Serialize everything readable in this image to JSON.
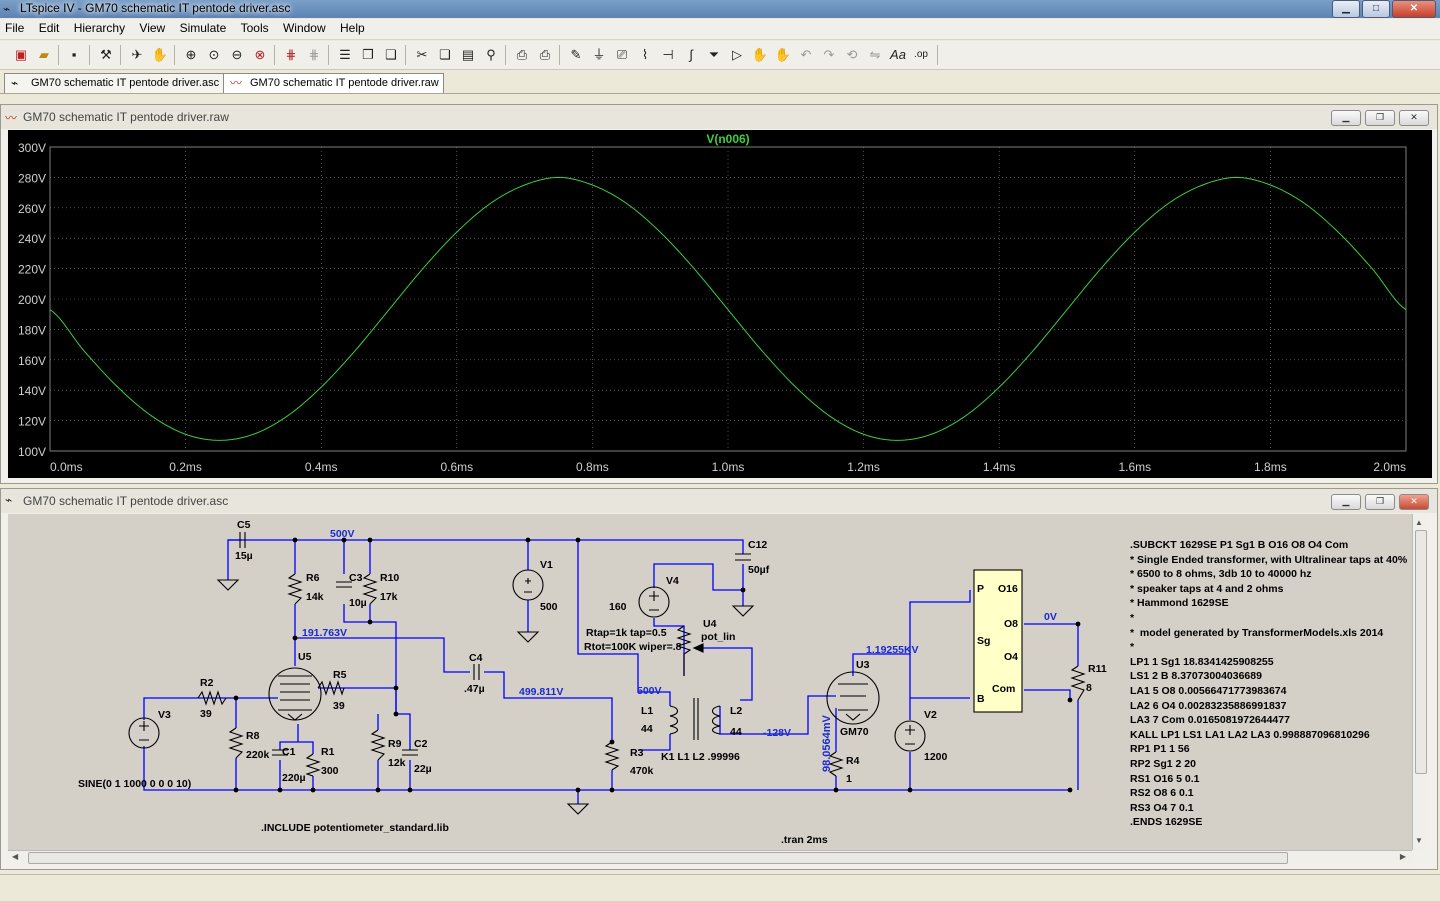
{
  "window": {
    "title": "LTspice IV - GM70 schematic IT pentode driver.asc",
    "min": "▁",
    "max": "□",
    "close": "✕"
  },
  "menu": [
    "File",
    "Edit",
    "Hierarchy",
    "View",
    "Simulate",
    "Tools",
    "Window",
    "Help"
  ],
  "tabs": [
    {
      "label": "GM70 schematic IT pentode driver.asc",
      "icon": "schematic-icon"
    },
    {
      "label": "GM70 schematic IT pentode driver.raw",
      "icon": "waveform-icon"
    }
  ],
  "waveform_window": {
    "title": "GM70 schematic IT pentode driver.raw"
  },
  "schematic_window": {
    "title": "GM70 schematic IT pentode driver.asc"
  },
  "chart_data": {
    "type": "line",
    "title": "V(n006)",
    "x_ticks": [
      "0.0ms",
      "0.2ms",
      "0.4ms",
      "0.6ms",
      "0.8ms",
      "1.0ms",
      "1.2ms",
      "1.4ms",
      "1.6ms",
      "1.8ms",
      "2.0ms"
    ],
    "y_ticks": [
      "300V",
      "280V",
      "260V",
      "240V",
      "220V",
      "200V",
      "180V",
      "160V",
      "140V",
      "120V",
      "100V"
    ],
    "xlim": [
      0,
      2.0
    ],
    "ylim": [
      100,
      300
    ],
    "x_unit": "ms",
    "y_unit": "V",
    "series": [
      {
        "name": "V(n006)",
        "color": "#3ccf3c",
        "x": [
          0,
          0.05,
          0.1,
          0.15,
          0.2,
          0.25,
          0.3,
          0.35,
          0.4,
          0.45,
          0.5,
          0.55,
          0.6,
          0.65,
          0.7,
          0.75,
          0.8,
          0.85,
          0.9,
          0.95,
          1.0,
          1.05,
          1.1,
          1.15,
          1.2,
          1.25,
          1.3,
          1.35,
          1.4,
          1.45,
          1.5,
          1.55,
          1.6,
          1.65,
          1.7,
          1.75,
          1.8,
          1.85,
          1.9,
          1.95,
          2.0
        ],
        "y": [
          193,
          166,
          142,
          123,
          111,
          107,
          111,
          123,
          142,
          166,
          193,
          220,
          244,
          263,
          275,
          280,
          275,
          263,
          244,
          220,
          193,
          166,
          142,
          123,
          111,
          107,
          111,
          123,
          142,
          166,
          193,
          220,
          244,
          263,
          275,
          280,
          275,
          263,
          244,
          220,
          193
        ]
      }
    ],
    "grid": true,
    "background": "#000000"
  },
  "schematic": {
    "labels": {
      "C5": "C5",
      "C5v": "15µ",
      "R6": "R6",
      "R6v": "14k",
      "C3": "C3",
      "C3v": "10µ",
      "R10": "R10",
      "R10v": "17k",
      "V1": "V1",
      "V1v": "500",
      "C12": "C12",
      "C12v": "50µf",
      "V4": "V4",
      "V4v": "160",
      "U4": "U4",
      "U4v": "pot_lin",
      "pot": "Rtap=1k tap=0.5",
      "pot2": "Rtot=100K wiper=.8",
      "U5": "U5",
      "R5": "R5",
      "R5v": "39",
      "C4": "C4",
      "C4v": ".47µ",
      "R2": "R2",
      "R2v": "39",
      "V3": "V3",
      "R8": "R8",
      "R8v": "220k",
      "C1": "C1",
      "C1v": "220µ",
      "R1": "R1",
      "R1v": "300",
      "R9": "R9",
      "R9v": "12k",
      "C2": "C2",
      "C2v": "22µ",
      "R3": "R3",
      "R3v": "470k",
      "L1": "L1",
      "L1v": "44",
      "L2": "L2",
      "L2v": "44",
      "K1": "K1 L1 L2 .99996",
      "U3": "U3",
      "U3v": "GM70",
      "R4": "R4",
      "R4v": "1",
      "V2": "V2",
      "V2v": "1200",
      "R11": "R11",
      "R11v": "8",
      "sine": "SINE(0 1 1000 0 0 0 10)",
      "include": ".INCLUDE potentiometer_standard.lib",
      "tran": ".tran 2ms",
      "P": "P",
      "Sg": "Sg",
      "B": "B",
      "O16": "O16",
      "O8": "O8",
      "O4": "O4",
      "Com": "Com"
    },
    "net_labels": {
      "n500": "500V",
      "n191": "191.763V",
      "n499": "499.811V",
      "n500b": "500V",
      "n128": "-128V",
      "n1192": "1.19255KV",
      "n0v": "0V",
      "n98": "98.0564mV"
    },
    "netlist": ".SUBCKT 1629SE P1 Sg1 B O16 O8 O4 Com\n* Single Ended transformer, with Ultralinear taps at 40%\n* 6500 to 8 ohms, 3db 10 to 40000 hz\n* speaker taps at 4 and 2 ohms\n* Hammond 1629SE\n*\n*  model generated by TransformerModels.xls 2014\n*\nLP1 1 Sg1 18.8341425908255\nLS1 2 B 8.37073004036689\nLA1 5 O8 0.00566471773983674\nLA2 6 O4 0.00283235886991837\nLA3 7 Com 0.0165081972644477\nKALL LP1 LS1 LA1 LA2 LA3 0.998887096810296\nRP1 P1 1 56\nRP2 Sg1 2 20\nRS1 O16 5 0.1\nRS2 O8 6 0.1\nRS3 O4 7 0.1\n.ENDS 1629SE"
  },
  "colors": {
    "wire": "#0000ff",
    "trace": "#3ccf3c",
    "axis_text": "#d0d0d0",
    "net_label": "#1a2ad0"
  }
}
